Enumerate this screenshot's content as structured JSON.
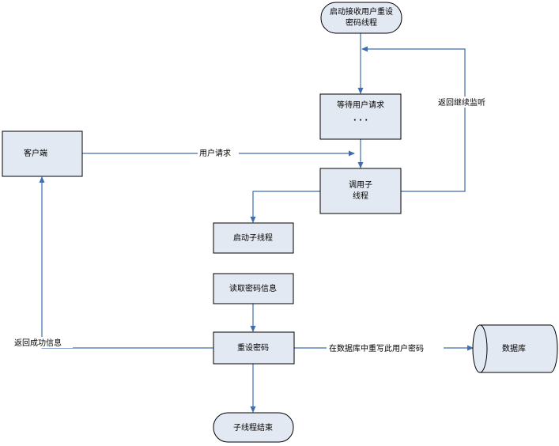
{
  "colors": {
    "node_fill": "#e3e9f2",
    "node_stroke": "#000000",
    "edge": "#3e6db0"
  },
  "nodes": {
    "start": {
      "line1": "启动接收用户重设",
      "line2": "密码线程"
    },
    "wait": {
      "label": "等待用户请求",
      "dots": "·  ·  ·"
    },
    "client": {
      "label": "客户端"
    },
    "call": {
      "line1": "调用子",
      "line2": "线程"
    },
    "start_sub": {
      "label": "启动子线程"
    },
    "read": {
      "label": "读取密码信息"
    },
    "reset": {
      "label": "重设密码"
    },
    "db": {
      "label": "数据库"
    },
    "end": {
      "label": "子线程结束"
    }
  },
  "edges": {
    "user_request": "用户请求",
    "return_listen": "返回继续监听",
    "return_success": "返回成功信息",
    "write_db": "在数据库中重写此用户密码"
  }
}
